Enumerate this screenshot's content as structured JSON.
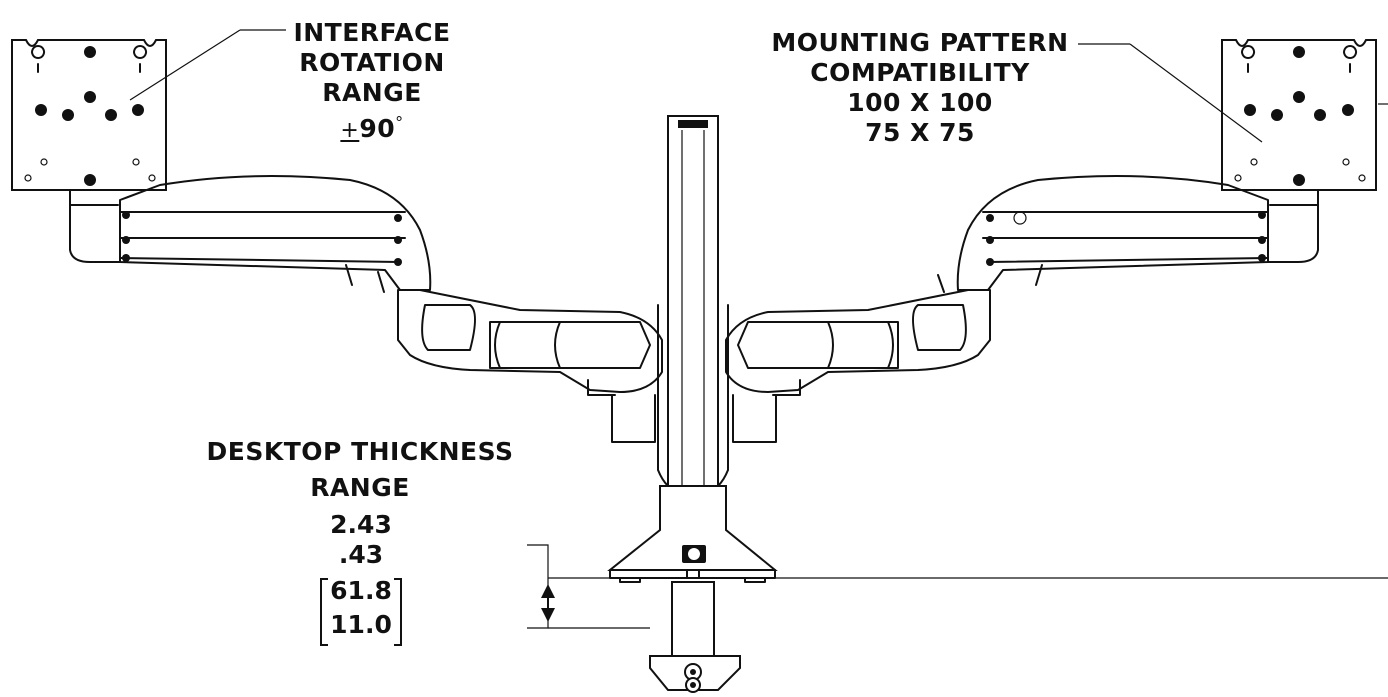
{
  "labels": {
    "interface_rotation": {
      "line1": "INTERFACE",
      "line2": "ROTATION",
      "line3": "RANGE",
      "pm": "+",
      "value": "90",
      "degree": "°"
    },
    "mounting_pattern": {
      "line1": "MOUNTING PATTERN",
      "line2": "COMPATIBILITY",
      "line3": "100 X 100",
      "line4": "75 X 75"
    },
    "desktop_thickness": {
      "line1": "DESKTOP THICKNESS",
      "line2": "RANGE",
      "inch_max": "2.43",
      "inch_min": ".43",
      "mm_max": "61.8",
      "mm_min": "11.0"
    }
  }
}
